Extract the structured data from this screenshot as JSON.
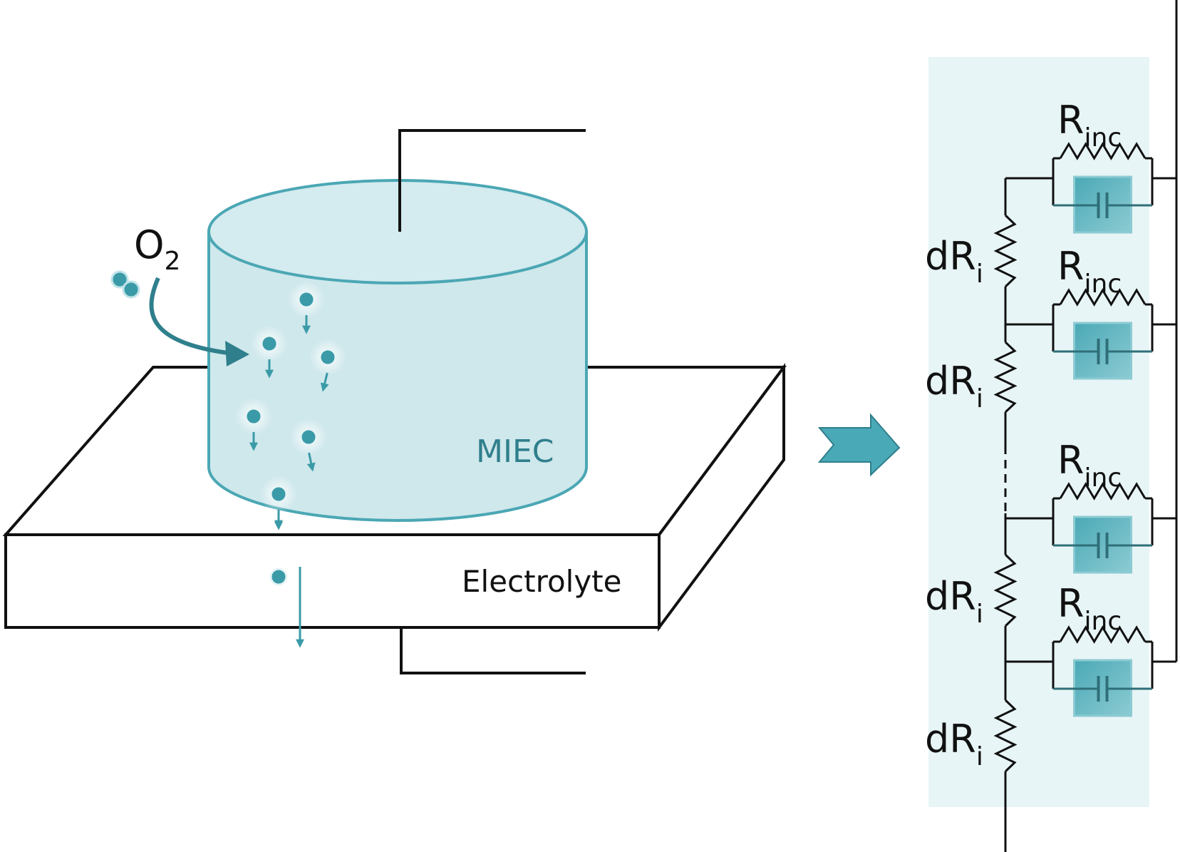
{
  "colors": {
    "teal": "#3a9aa8",
    "teal_dark": "#2f7f8c",
    "cylinder_fill": "#cfe8ec",
    "cylinder_stroke": "#4ba7b4",
    "panel_bg": "#e8f5f6",
    "capacitor_fill": "#5fb3bf",
    "line": "#111111"
  },
  "left": {
    "gas_label": {
      "main": "O",
      "sub": "2"
    },
    "cylinder_label": "MIEC",
    "slab_label": "Electrolyte"
  },
  "right": {
    "branch_label": {
      "main": "R",
      "sub": "inc"
    },
    "series_label": {
      "main": "dR",
      "sub": "i"
    }
  },
  "icons": {
    "transition": "right-arrow-icon",
    "oxygen_molecule": "oxygen-molecule-icon",
    "oxygen_ion": "oxygen-ion-icon"
  }
}
